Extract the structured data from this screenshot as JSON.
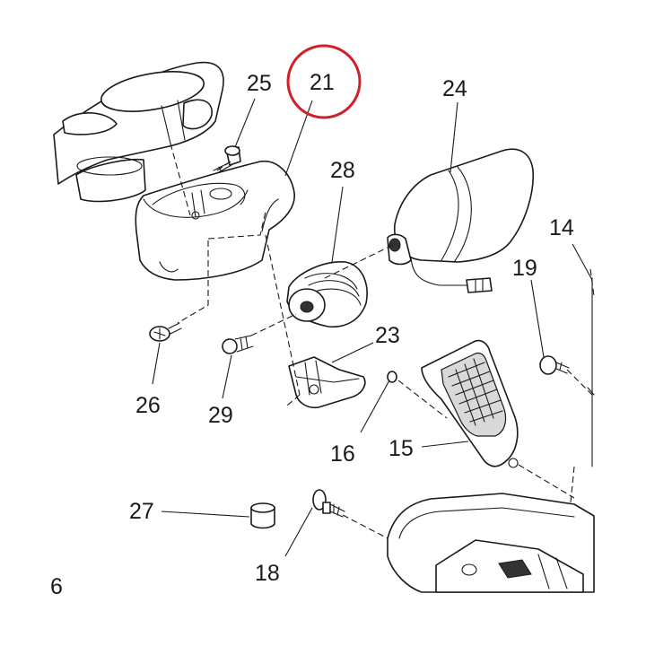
{
  "diagram": {
    "highlight_color": "#d0202a",
    "highlighted_part": "21",
    "callouts": {
      "c25": "25",
      "c21": "21",
      "c24": "24",
      "c28": "28",
      "c14": "14",
      "c19": "19",
      "c23": "23",
      "c26": "26",
      "c29": "29",
      "c16": "16",
      "c15": "15",
      "c27": "27",
      "c18": "18",
      "edge_fragment": "6"
    }
  }
}
